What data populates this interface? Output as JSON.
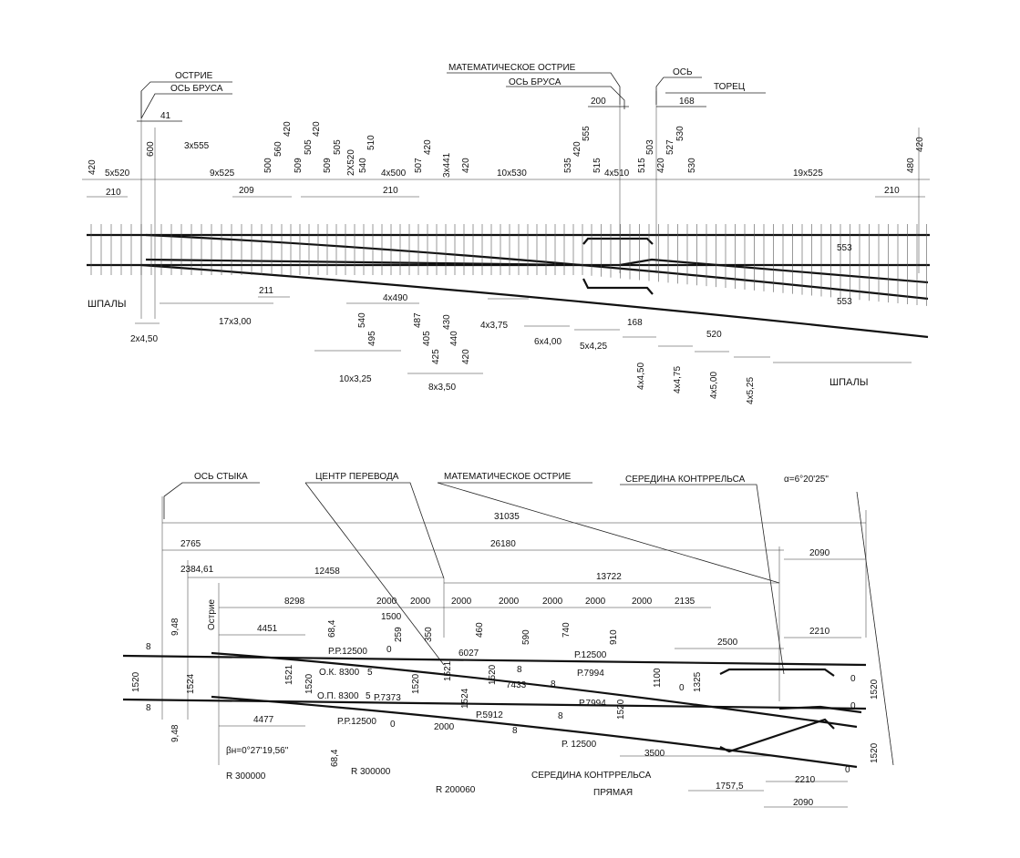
{
  "top": {
    "headers": {
      "ostrie": "ОСТРИЕ",
      "os_brusa_left": "ОСЬ БРУСА",
      "mat_ostrie": "МАТЕМАТИЧЕСКОЕ ОСТРИЕ",
      "os_brusa_mid": "ОСЬ БРУСА",
      "os": "ОСЬ",
      "torets": "ТОРЕЦ"
    },
    "upper_dims": {
      "d41": "41",
      "d200": "200",
      "d168": "168",
      "d420a": "420",
      "d5x520": "5x520",
      "d210a": "210",
      "d600": "600",
      "d3x555": "3x555",
      "d9x525": "9x525",
      "d209": "209",
      "d500": "500",
      "d560": "560",
      "d420b": "420",
      "d509": "509",
      "d505": "505",
      "d420c": "420",
      "d509b": "509",
      "d505b": "505",
      "d2x520": "2X520",
      "d540": "540",
      "d510": "510",
      "d4x500": "4x500",
      "d210b": "210",
      "d507": "507",
      "d420d": "420",
      "d3x441": "3x441",
      "d420e": "420",
      "d10x530": "10x530",
      "d535": "535",
      "d420f": "420",
      "d555": "555",
      "d515": "515",
      "d4x510": "4x510",
      "d515b": "515",
      "d503": "503",
      "d420g": "420",
      "d527": "527",
      "d530a": "530",
      "d530b": "530",
      "d19x525": "19x525",
      "d480": "480",
      "d420h": "420",
      "d210c": "210"
    },
    "lower_dims": {
      "shpaly_left": "ШПАЛЫ",
      "d211": "211",
      "d17x300": "17x3,00",
      "d2x450": "2x4,50",
      "d4x490": "4x490",
      "d540": "540",
      "d495": "495",
      "d487": "487",
      "d405": "405",
      "d425": "425",
      "d430": "430",
      "d440": "440",
      "d420": "420",
      "d10x325": "10x3,25",
      "d8x350": "8x3,50",
      "d4x375": "4x3,75",
      "d6x400": "6x4,00",
      "d5x425": "5x4,25",
      "d168": "168",
      "d4x450": "4x4,50",
      "d4x475": "4x4,75",
      "d520": "520",
      "d4x500": "4x5,00",
      "d4x525": "4x5,25",
      "shpaly_right": "ШПАЛЫ",
      "d553a": "553",
      "d553b": "553"
    }
  },
  "bottom": {
    "headers": {
      "os_styka": "ОСЬ СТЫКА",
      "centr": "ЦЕНТР ПЕРЕВОДА",
      "mat_ostrie": "МАТЕМАТИЧЕСКОЕ ОСТРИЕ",
      "seredina_top": "СЕРЕДИНА КОНТРРЕЛЬСА",
      "alpha": "α=6°20'25\"",
      "seredina_bottom": "СЕРЕДИНА КОНТРРЕЛЬСА",
      "pryamaya": "ПРЯМАЯ"
    },
    "dims": {
      "d31035": "31035",
      "d2765": "2765",
      "d26180": "26180",
      "d2090a": "2090",
      "d238461": "2384,61",
      "d12458": "12458",
      "d13722": "13722",
      "ostrie_v": "Острие",
      "d8298": "8298",
      "d2000a": "2000",
      "d2000b": "2000",
      "d2000c": "2000",
      "d2000d": "2000",
      "d2000e": "2000",
      "d2000f": "2000",
      "d2000g": "2000",
      "d2135": "2135",
      "d1500": "1500",
      "d259": "259",
      "d350": "350",
      "d460": "460",
      "d590": "590",
      "d740": "740",
      "d910": "910",
      "d948a": "9,48",
      "d4451": "4451",
      "d684a": "68,4",
      "d2500": "2500",
      "d2210a": "2210",
      "d0a": "0",
      "d6027": "6027",
      "d8a": "8",
      "d1520a": "1520",
      "d1524a": "1524",
      "pr12500a": "Р.Р.12500",
      "ok8300": "О.К. 8300",
      "d1521a": "1521",
      "d1520b": "1520",
      "d5a": "5",
      "d1520c": "1520",
      "d1521b": "1521",
      "d1520d": "1520",
      "d8b": "8",
      "p12500a": "Р.12500",
      "p7994a": "Р.7994",
      "d7433": "7433",
      "d8c": "8",
      "d1100": "1100",
      "d0b": "0",
      "d1325": "1325",
      "d0c": "0",
      "d1520e": "1520",
      "p7994b": "Р.7994",
      "d0d": "0",
      "op8300": "О.П. 8300",
      "d5b": "5",
      "p7373": "Р.7373",
      "d1524b": "1524",
      "d8d": "8",
      "d1520f": "1520",
      "d4477": "4477",
      "pr12500b": "Р.Р.12500",
      "d0e": "0",
      "d2000h": "2000",
      "p5912": "Р.5912",
      "d8e": "8",
      "d8f": "8",
      "d948b": "9,48",
      "beta": "βн=0°27'19,56\"",
      "d684b": "68,4",
      "p12500b": "Р. 12500",
      "d3500": "3500",
      "d0f": "0",
      "d1520g": "1520",
      "d2210b": "2210",
      "d17575": "1757,5",
      "d2090b": "2090",
      "r300000a": "R 300000",
      "r300000b": "R 300000",
      "r200060": "R 200060"
    }
  }
}
